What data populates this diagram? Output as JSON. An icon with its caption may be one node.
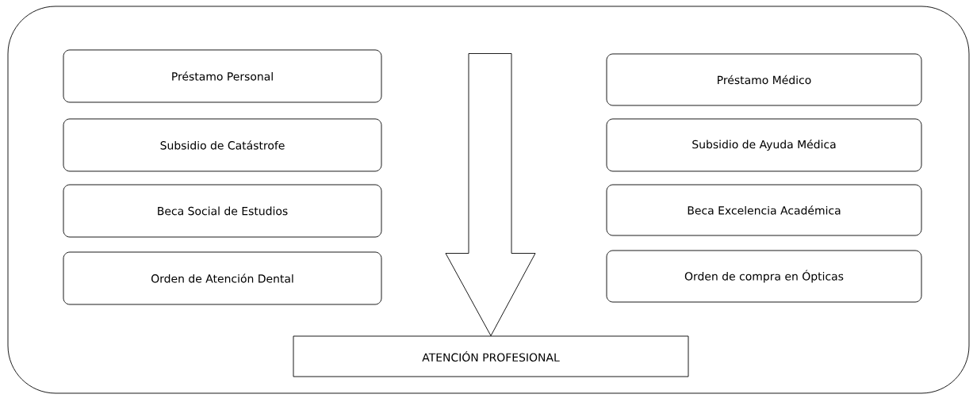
{
  "diagram": {
    "nodes": [
      {
        "text": [],
        "shape": "box"
      },
      {
        "text": [
          "Préstamo Personal"
        ],
        "in": 0
      },
      {
        "text": [
          "Préstamo Médico"
        ],
        "in": 0
      },
      {
        "text": [
          "Subsidio de Catástrofe"
        ],
        "in": 0
      },
      {
        "text": [
          "Subsidio de  Ayuda Médica"
        ],
        "in": 0
      },
      {
        "text": [
          "Beca Social de Estudios"
        ],
        "in": 0
      },
      {
        "text": [
          "Beca Excelencia Académica"
        ],
        "in": 0
      },
      {
        "text": [
          "Orden de Atención Dental"
        ],
        "in": 0
      },
      {
        "text": [
          "Orden de compra en Ópticas"
        ],
        "in": 0
      },
      {
        "text": [
          "ATENCIÓN PROFESIONAL"
        ],
        "in": 0
      }
    ],
    "edges": [
      {
        "from": null,
        "to": 9,
        "arrow": "to"
      }
    ]
  }
}
